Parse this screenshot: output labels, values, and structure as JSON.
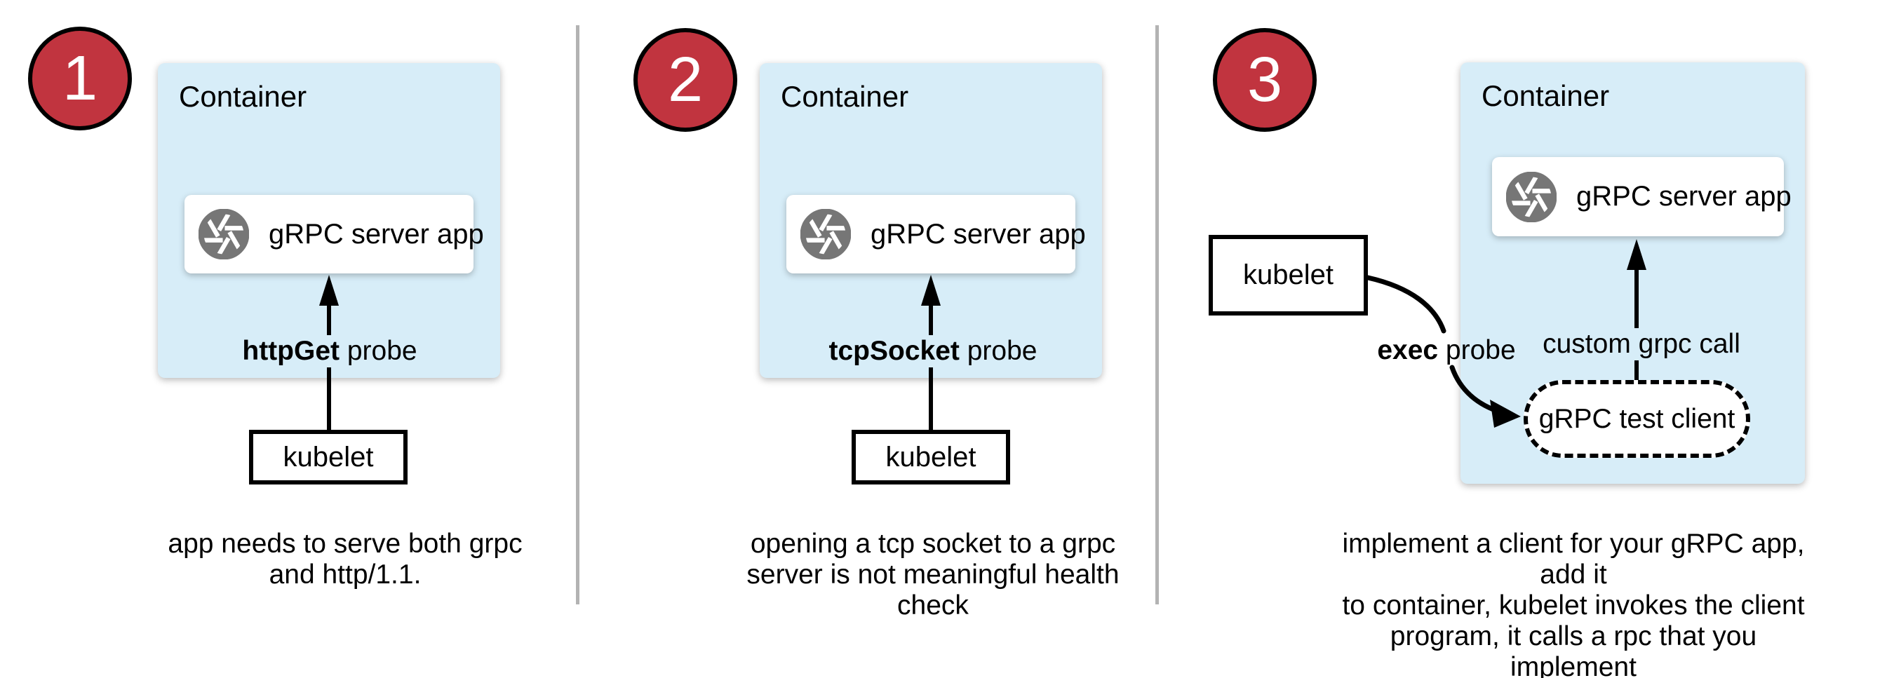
{
  "colors": {
    "container_fill": "#d7edf8",
    "badge_fill": "#c1343f",
    "badge_border": "#000000",
    "icon_gray": "#767676",
    "divider_gray": "#b3b3b3",
    "line_black": "#000000"
  },
  "panels": [
    {
      "badge": "1",
      "container_label": "Container",
      "app_label": "gRPC server app",
      "app_icon": "aperture-icon",
      "probe_bold": "httpGet",
      "probe_rest": " probe",
      "kubelet_label": "kubelet",
      "caption": "app needs to serve both grpc\nand http/1.1."
    },
    {
      "badge": "2",
      "container_label": "Container",
      "app_label": "gRPC server app",
      "app_icon": "aperture-icon",
      "probe_bold": "tcpSocket",
      "probe_rest": " probe",
      "kubelet_label": "kubelet",
      "caption": "opening a tcp socket to a grpc\nserver is not meaningful health\ncheck"
    },
    {
      "badge": "3",
      "container_label": "Container",
      "app_label": "gRPC server app",
      "app_icon": "aperture-icon",
      "probe_bold": "exec",
      "probe_rest": " probe",
      "kubelet_label": "kubelet",
      "grpc_call_label": "custom grpc call",
      "test_client_label": "gRPC test client",
      "caption": "implement a client for your gRPC app, add it\nto container, kubelet invokes the client\nprogram, it calls a rpc that you implement"
    }
  ]
}
